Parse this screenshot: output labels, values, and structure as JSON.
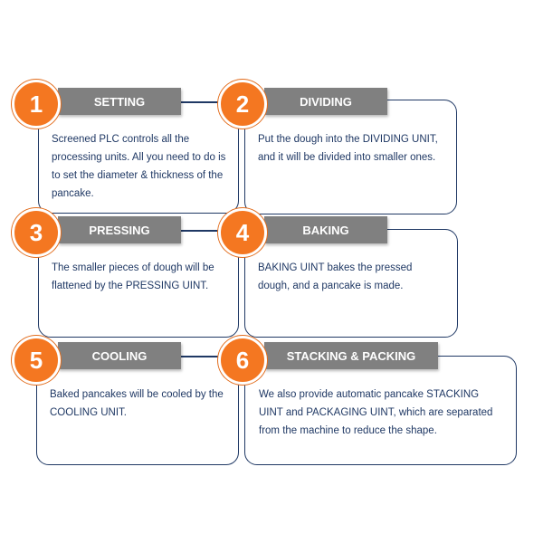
{
  "accent_color": "#f47721",
  "title_bar_color": "#808080",
  "border_color": "#1f3864",
  "steps": [
    {
      "number": "1",
      "title": "SETTING",
      "description": "Screened PLC controls  all the processing units. All you need to do is to set the diameter & thickness of the pancake."
    },
    {
      "number": "2",
      "title": "DIVIDING",
      "description": "Put the dough into the DIVIDING UNIT, and it will be divided into smaller ones."
    },
    {
      "number": "3",
      "title": "PRESSING",
      "description": "The smaller pieces of dough will be flattened by the PRESSING UINT."
    },
    {
      "number": "4",
      "title": "BAKING",
      "description": "BAKING UINT bakes the pressed dough, and a pancake is made."
    },
    {
      "number": "5",
      "title": "COOLING",
      "description": "Baked pancakes will  be cooled by the COOLING UNIT."
    },
    {
      "number": "6",
      "title": "STACKING & PACKING",
      "description": "We also provide automatic pancake STACKING UINT and PACKAGING UINT, which are separated from the machine to reduce the shape."
    }
  ]
}
